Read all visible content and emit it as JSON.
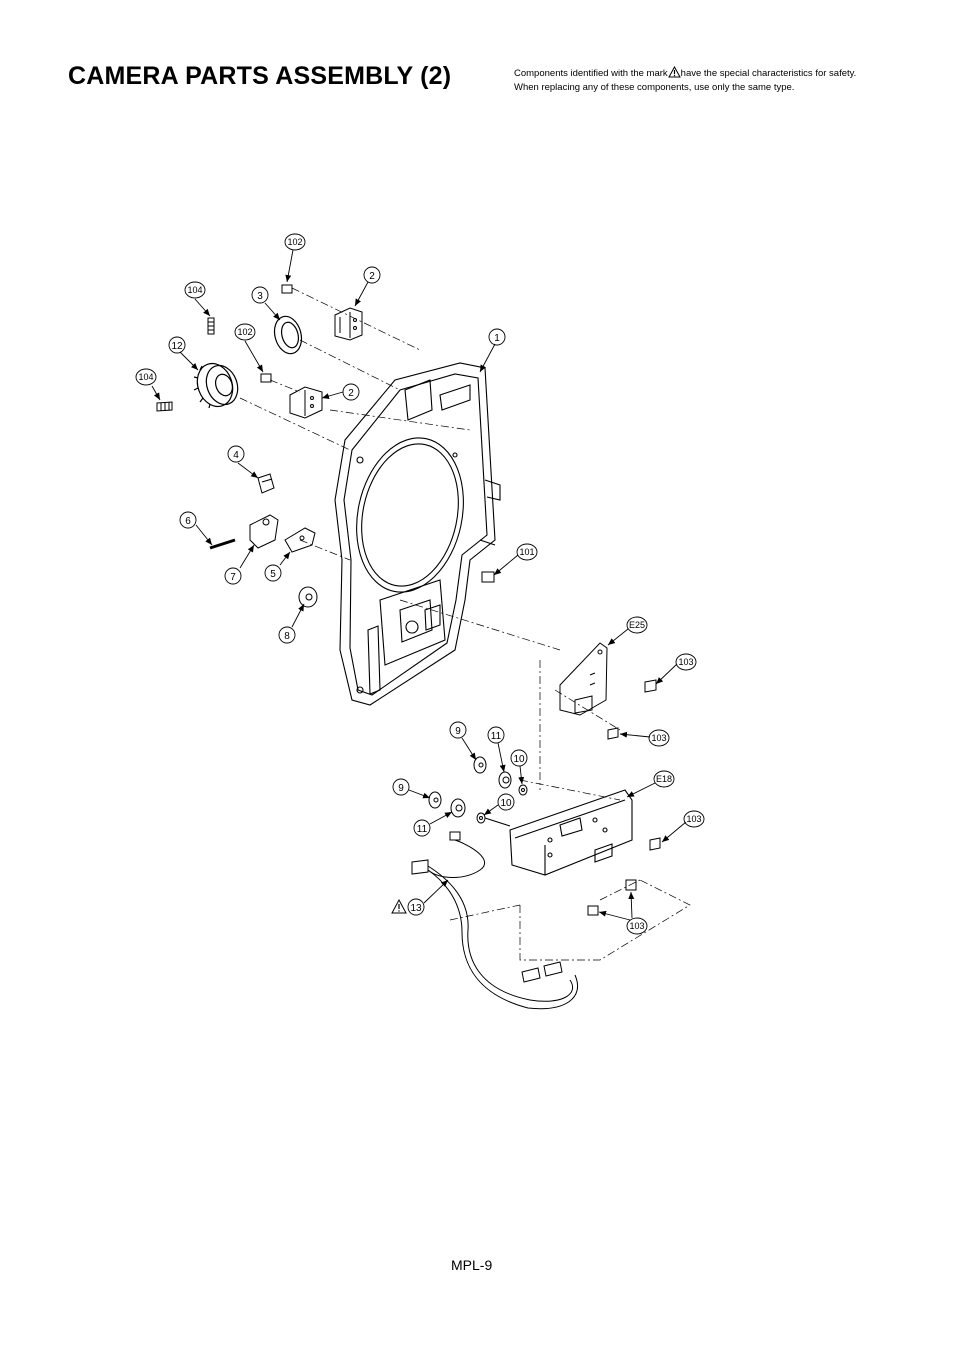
{
  "title": "CAMERA PARTS ASSEMBLY (2)",
  "safety_note": {
    "line1_before": "Components identified with the mark",
    "line1_after": "have the special characteristics for safety.",
    "line2": "When replacing any of these components, use only the same type."
  },
  "page_number": "MPL-9",
  "callouts": {
    "c102a": "102",
    "c2a": "2",
    "c104a": "104",
    "c3": "3",
    "c102b": "102",
    "c1": "1",
    "c12": "12",
    "c2b": "2",
    "c104b": "104",
    "c4": "4",
    "c6": "6",
    "c7": "7",
    "c5": "5",
    "c101": "101",
    "c8": "8",
    "cE25": "E25",
    "c103a": "103",
    "c103b": "103",
    "c9a": "9",
    "c11a": "11",
    "c10a": "10",
    "cE18": "E18",
    "c9b": "9",
    "c10b": "10",
    "c103c": "103",
    "c11b": "11",
    "c13": "13",
    "c103d": "103"
  }
}
